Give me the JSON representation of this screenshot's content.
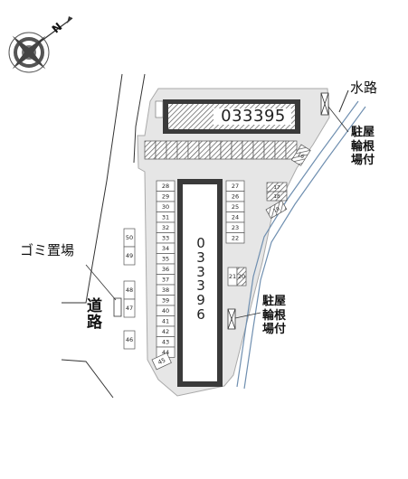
{
  "colors": {
    "site": "#e6e6e6",
    "building_stroke": "#333333",
    "hatch": "#555555",
    "water": "#6f8fb0",
    "line": "#333333"
  },
  "compass": {
    "north_label": "N"
  },
  "building_top": {
    "id": "033395"
  },
  "building_main": {
    "id_chars": [
      "0",
      "3",
      "3",
      "3",
      "9",
      "6"
    ]
  },
  "labels": {
    "water_channel": "水路",
    "garbage": "ゴミ置場",
    "road_chars": [
      "道",
      "路"
    ],
    "bicycle_parking_top": [
      "駐屋",
      "輪根",
      "場付"
    ],
    "bicycle_parking_mid": [
      "駐屋",
      "輪根",
      "場付"
    ]
  },
  "parking": {
    "left_col": [
      "28",
      "29",
      "30",
      "31",
      "32",
      "33",
      "34",
      "35",
      "36",
      "37",
      "38",
      "39",
      "40",
      "41",
      "42",
      "43",
      "44"
    ],
    "right_col": [
      "27",
      "26",
      "25",
      "24",
      "23",
      "22"
    ],
    "far_left_upper": [
      "50",
      "49"
    ],
    "far_left_lower": [
      "48",
      "47"
    ],
    "single_46": "46",
    "single_45": "45",
    "spot_21": "21",
    "spot_20": "20",
    "right_small": [
      "17",
      "18",
      "19"
    ],
    "top_row_end": "16"
  }
}
